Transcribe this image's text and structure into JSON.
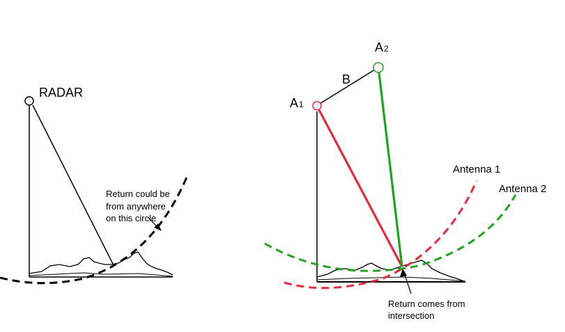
{
  "left_panel": {
    "radar_label": "RADAR",
    "annotation_lines": [
      "Return could be",
      "from anywhere",
      "on this circle"
    ]
  },
  "right_panel": {
    "a1_letter": "A",
    "a1_sub": "1",
    "a2_letter": "A",
    "a2_sub": "2",
    "baseline_label": "B",
    "antenna1_label": "Antenna 1",
    "antenna2_label": "Antenna 2",
    "intersection_lines": [
      "Return comes from",
      "intersection"
    ]
  },
  "colors": {
    "black": "#000000",
    "antenna1": "#e8283c",
    "antenna2": "#1ea51e"
  }
}
